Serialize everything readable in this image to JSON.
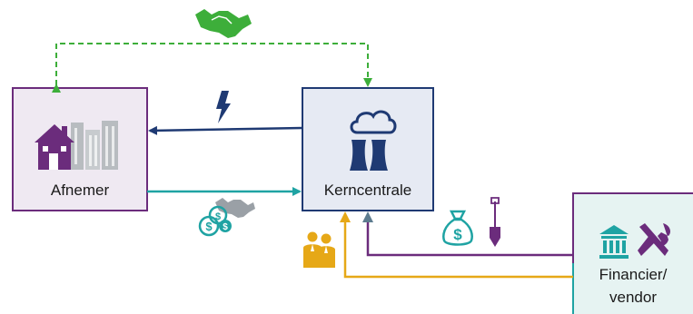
{
  "nodes": {
    "afnemer": {
      "label": "Afnemer",
      "icon": "house-factory-icon"
    },
    "kerncentrale": {
      "label": "Kerncentrale",
      "icon": "nuclear-plant-icon"
    },
    "financier": {
      "label_line1": "Financier/",
      "label_line2": "vendor",
      "icons": [
        "bank-icon",
        "tools-icon"
      ]
    }
  },
  "edges": [
    {
      "from": "afnemer",
      "to": "kerncentrale",
      "style": "dashed",
      "bidirectional": true,
      "icon": "handshake-icon"
    },
    {
      "from": "kerncentrale",
      "to": "afnemer",
      "icon": "lightning-icon"
    },
    {
      "from": "afnemer",
      "to": "kerncentrale",
      "icons": [
        "handshake-icon",
        "coins-icon"
      ]
    },
    {
      "from": "financier",
      "to": "kerncentrale",
      "icons": [
        "money-bag-icon",
        "shovel-icon"
      ]
    },
    {
      "from": "financier",
      "to": "kerncentrale",
      "icon": "people-icon"
    }
  ],
  "colors": {
    "purple": "#6b2c7c",
    "navy": "#1f3a73",
    "teal": "#1fa3a3",
    "green": "#3dae3a",
    "gold": "#e6a817",
    "gray": "#9aa0a6",
    "afnemer_fill": "#efe9f2",
    "kern_fill": "#e6eaf3",
    "fin_fill": "#e6f3f2"
  }
}
